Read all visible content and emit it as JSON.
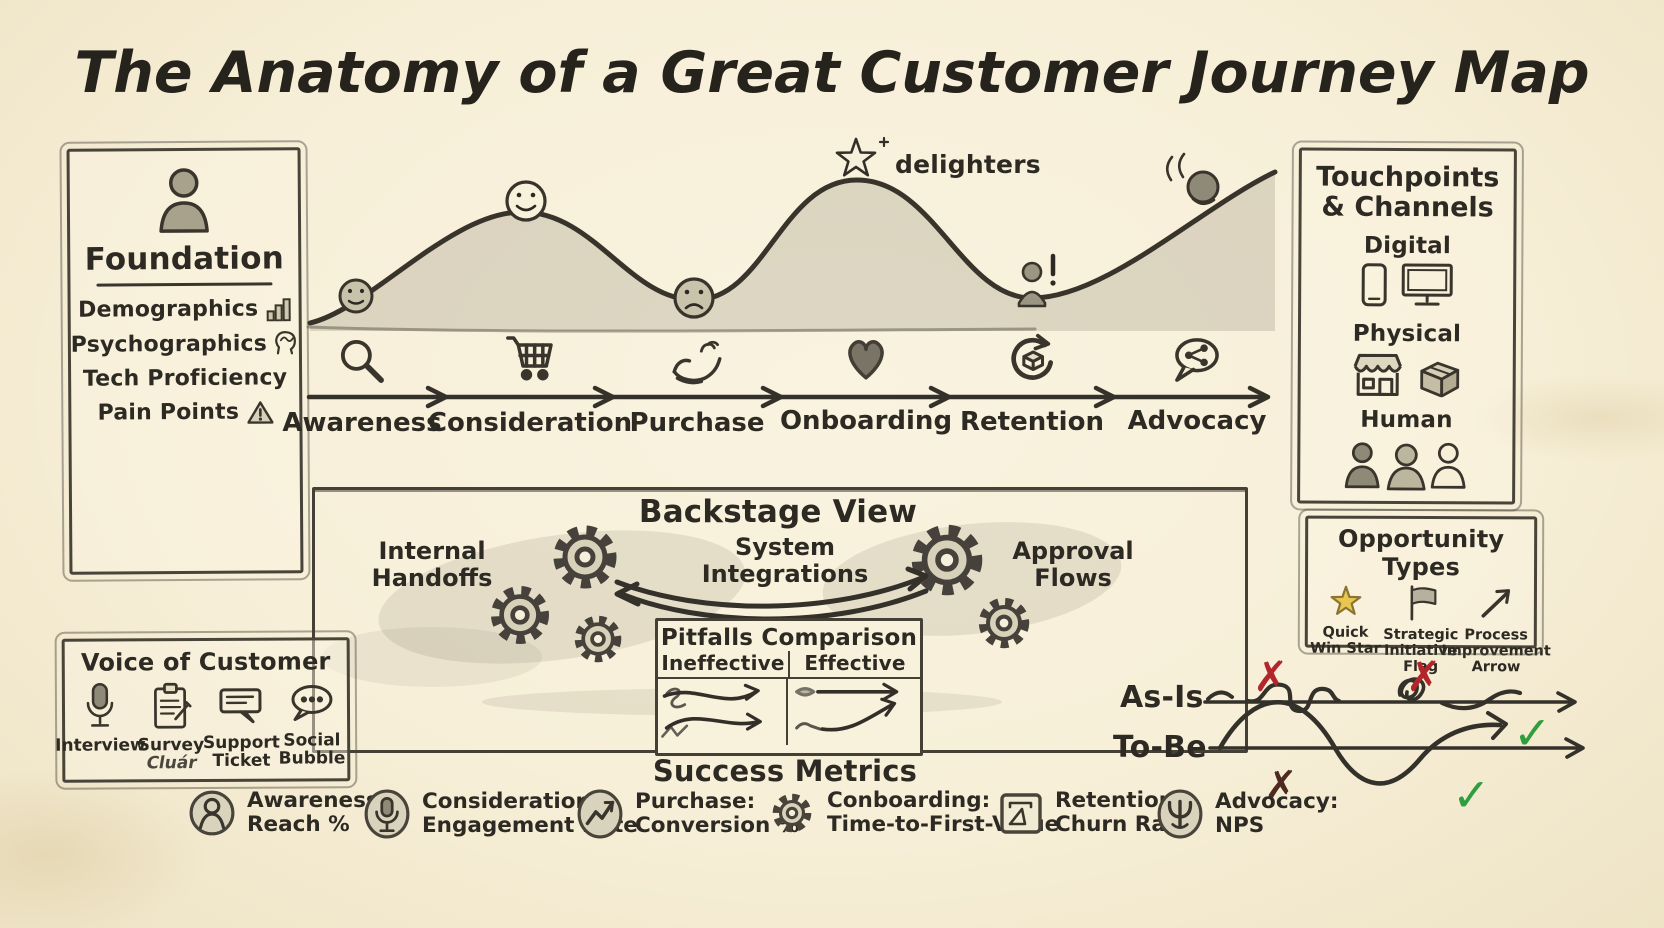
{
  "title": "The Anatomy of a Great Customer Journey Map",
  "colors": {
    "paper": "#f7efd8",
    "ink": "#2d2a23",
    "pencil_shade": "#8d8776",
    "red_x": "#b2252a",
    "dark_x": "#4e2a20",
    "green_check": "#2f9e3f",
    "gold_star": "#e9c64f"
  },
  "foundation": {
    "title": "Foundation",
    "items": [
      "Demographics",
      "Psychographics",
      "Tech Proficiency",
      "Pain Points"
    ]
  },
  "journey": {
    "annotation": "delighters",
    "stages": [
      "Awareness",
      "Consideration",
      "Purchase",
      "Onboarding",
      "Retention",
      "Advocacy"
    ]
  },
  "touchpoints": {
    "title": "Touchpoints & Channels",
    "groups": [
      "Digital",
      "Physical",
      "Human"
    ]
  },
  "backstage": {
    "title": "Backstage View",
    "left": {
      "l1": "Internal",
      "l2": "Handoffs"
    },
    "center": {
      "l1": "System",
      "l2": "Integrations"
    },
    "right": {
      "l1": "Approval",
      "l2": "Flows"
    }
  },
  "pitfalls": {
    "title": "Pitfalls Comparison",
    "columns": [
      "Ineffective",
      "Effective"
    ]
  },
  "opportunity": {
    "title": "Opportunity Types",
    "items": [
      {
        "l1": "Quick",
        "l2": "Win Star",
        "l3": ""
      },
      {
        "l1": "Strategic",
        "l2": "Initiative",
        "l3": "Flag"
      },
      {
        "l1": "Process",
        "l2": "Improvement",
        "l3": "Arrow"
      }
    ]
  },
  "voice": {
    "title": "Voice of Customer",
    "items": [
      {
        "l1": "Interview",
        "l2": ""
      },
      {
        "l1": "Survey",
        "l2": "Cluár"
      },
      {
        "l1": "Support",
        "l2": "Ticket"
      },
      {
        "l1": "Social",
        "l2": "Bubble"
      }
    ]
  },
  "comparison": {
    "as_is": "As-Is",
    "to_be": "To-Be",
    "cross": "✗",
    "check": "✓"
  },
  "metrics": {
    "title": "Success Metrics",
    "items": [
      {
        "stage": "Awareness:",
        "value": "Reach %"
      },
      {
        "stage": "Consideration:",
        "value": "Engagement Rate"
      },
      {
        "stage": "Purchase:",
        "value": "Conversion %"
      },
      {
        "stage": "Conboarding:",
        "value": "Time-to-First-Value"
      },
      {
        "stage": "Retention:",
        "value": "Churn Rate"
      },
      {
        "stage": "Advocacy:",
        "value": "NPS"
      }
    ]
  }
}
